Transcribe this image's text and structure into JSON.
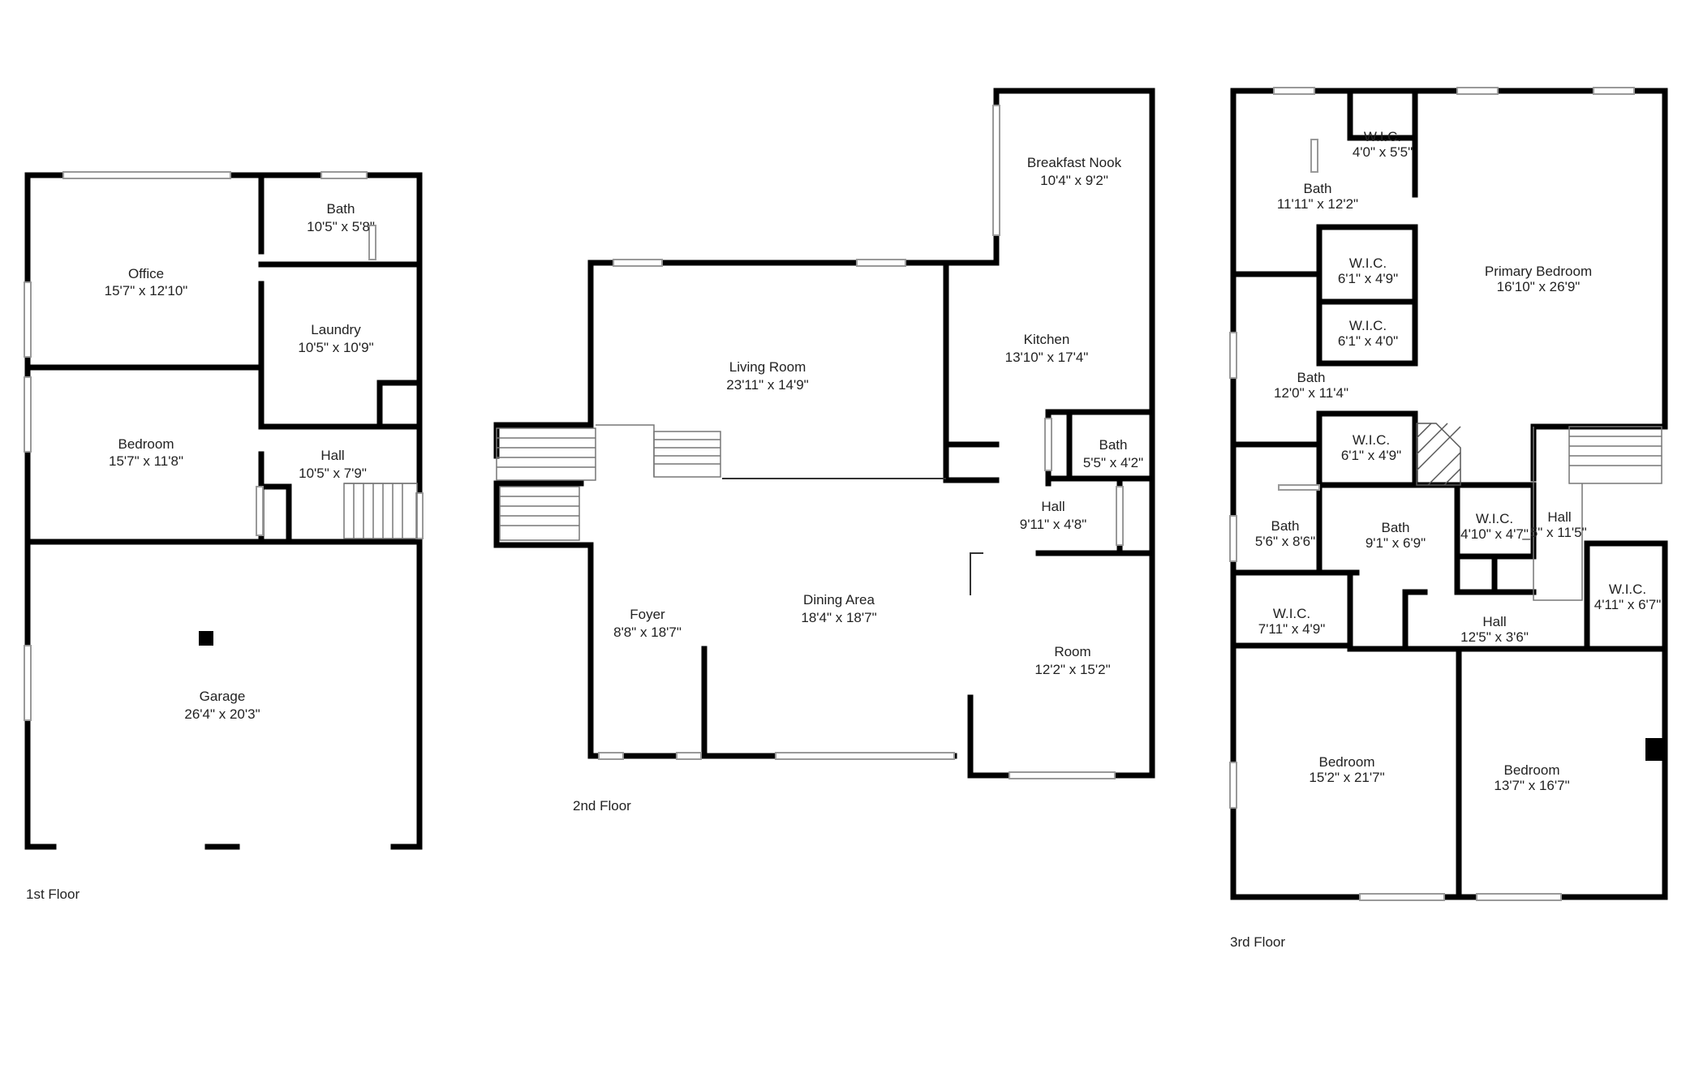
{
  "floors": [
    {
      "label": "1st Floor",
      "rooms": [
        {
          "name": "Office",
          "dims": "15'7\" x 12'10\""
        },
        {
          "name": "Bath",
          "dims": "10'5\" x 5'8\""
        },
        {
          "name": "Laundry",
          "dims": "10'5\" x 10'9\""
        },
        {
          "name": "Bedroom",
          "dims": "15'7\" x 11'8\""
        },
        {
          "name": "Hall",
          "dims": "10'5\" x 7'9\""
        },
        {
          "name": "Garage",
          "dims": "26'4\" x 20'3\""
        }
      ]
    },
    {
      "label": "2nd Floor",
      "rooms": [
        {
          "name": "Breakfast Nook",
          "dims": "10'4\" x 9'2\""
        },
        {
          "name": "Living Room",
          "dims": "23'11\" x 14'9\""
        },
        {
          "name": "Kitchen",
          "dims": "13'10\" x 17'4\""
        },
        {
          "name": "Bath",
          "dims": "5'5\" x 4'2\""
        },
        {
          "name": "Hall",
          "dims": "9'11\" x 4'8\""
        },
        {
          "name": "Foyer",
          "dims": "8'8\" x 18'7\""
        },
        {
          "name": "Dining Area",
          "dims": "18'4\" x 18'7\""
        },
        {
          "name": "Room",
          "dims": "12'2\" x 15'2\""
        }
      ]
    },
    {
      "label": "3rd Floor",
      "rooms": [
        {
          "name": "W.I.C.",
          "dims": "4'0\" x 5'5\""
        },
        {
          "name": "Bath",
          "dims": "11'11\" x 12'2\""
        },
        {
          "name": "W.I.C.",
          "dims": "6'1\" x 4'9\""
        },
        {
          "name": "W.I.C.",
          "dims": "6'1\" x 4'0\""
        },
        {
          "name": "Primary Bedroom",
          "dims": "16'10\" x 26'9\""
        },
        {
          "name": "Bath",
          "dims": "12'0\" x 11'4\""
        },
        {
          "name": "W.I.C.",
          "dims": "6'1\" x 4'9\""
        },
        {
          "name": "Bath",
          "dims": "5'6\" x 8'6\""
        },
        {
          "name": "Bath",
          "dims": "9'1\" x 6'9\""
        },
        {
          "name": "W.I.C.",
          "dims": "4'10\" x 4'7\""
        },
        {
          "name": "Hall",
          "dims": "_5\" x 11'5\""
        },
        {
          "name": "W.I.C.",
          "dims": "7'11\" x 4'9\""
        },
        {
          "name": "W.I.C.",
          "dims": "4'11\" x 6'7\""
        },
        {
          "name": "Hall",
          "dims": "12'5\" x 3'6\""
        },
        {
          "name": "Bedroom",
          "dims": "15'2\" x 21'7\""
        },
        {
          "name": "Bedroom",
          "dims": "13'7\" x 16'7\""
        }
      ]
    }
  ],
  "colors": {
    "wall": "#000000",
    "text": "#222222",
    "window": "#999999",
    "background": "#ffffff"
  }
}
